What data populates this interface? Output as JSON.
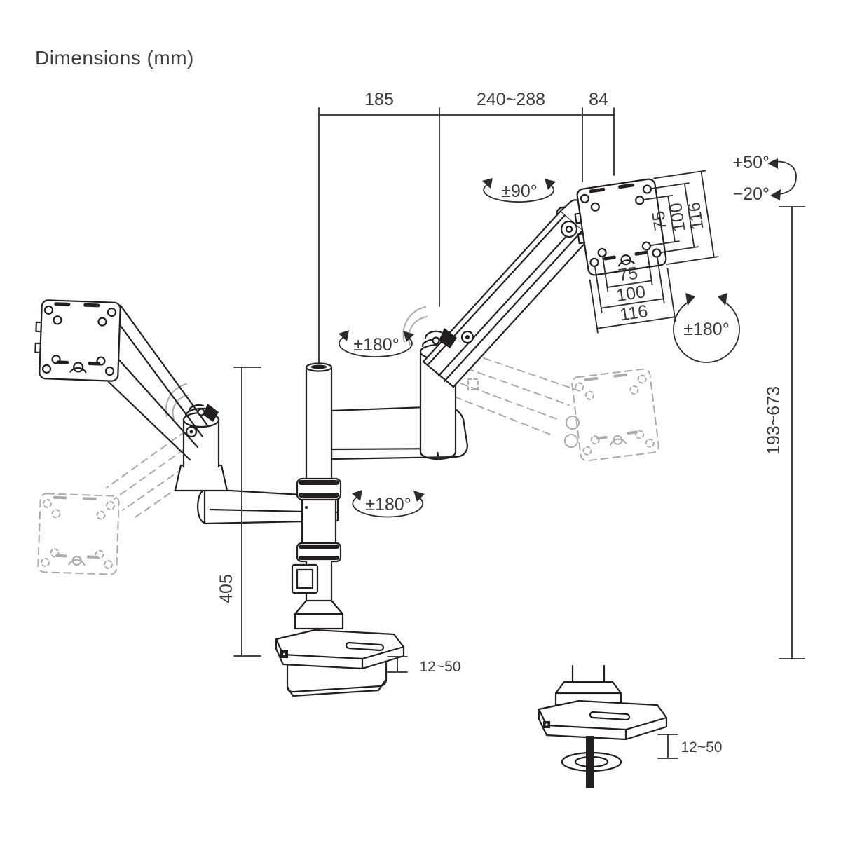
{
  "title": "Dimensions (mm)",
  "top_dimensions": {
    "arm_offset": "185",
    "arm_reach": "240~288",
    "head_offset": "84"
  },
  "vesa_dimensions": {
    "vertical": [
      "75",
      "100",
      "116"
    ],
    "horizontal": [
      "75",
      "100",
      "116"
    ]
  },
  "rotation_labels": {
    "tilt_up": "+50°",
    "tilt_down": "−20°",
    "swivel": "±90°",
    "upper_arm_rotation": "±180°",
    "monitor_rotation": "±180°",
    "lower_arm_rotation": "±180°"
  },
  "height_dimensions": {
    "height_range": "193~673",
    "pole_height": "405",
    "clamp_thickness": "12~50",
    "grommet_thickness": "12~50"
  },
  "colors": {
    "line": "#231f20",
    "ghost": "#a9abad",
    "label": "#3b3b3d",
    "background": "#ffffff"
  }
}
